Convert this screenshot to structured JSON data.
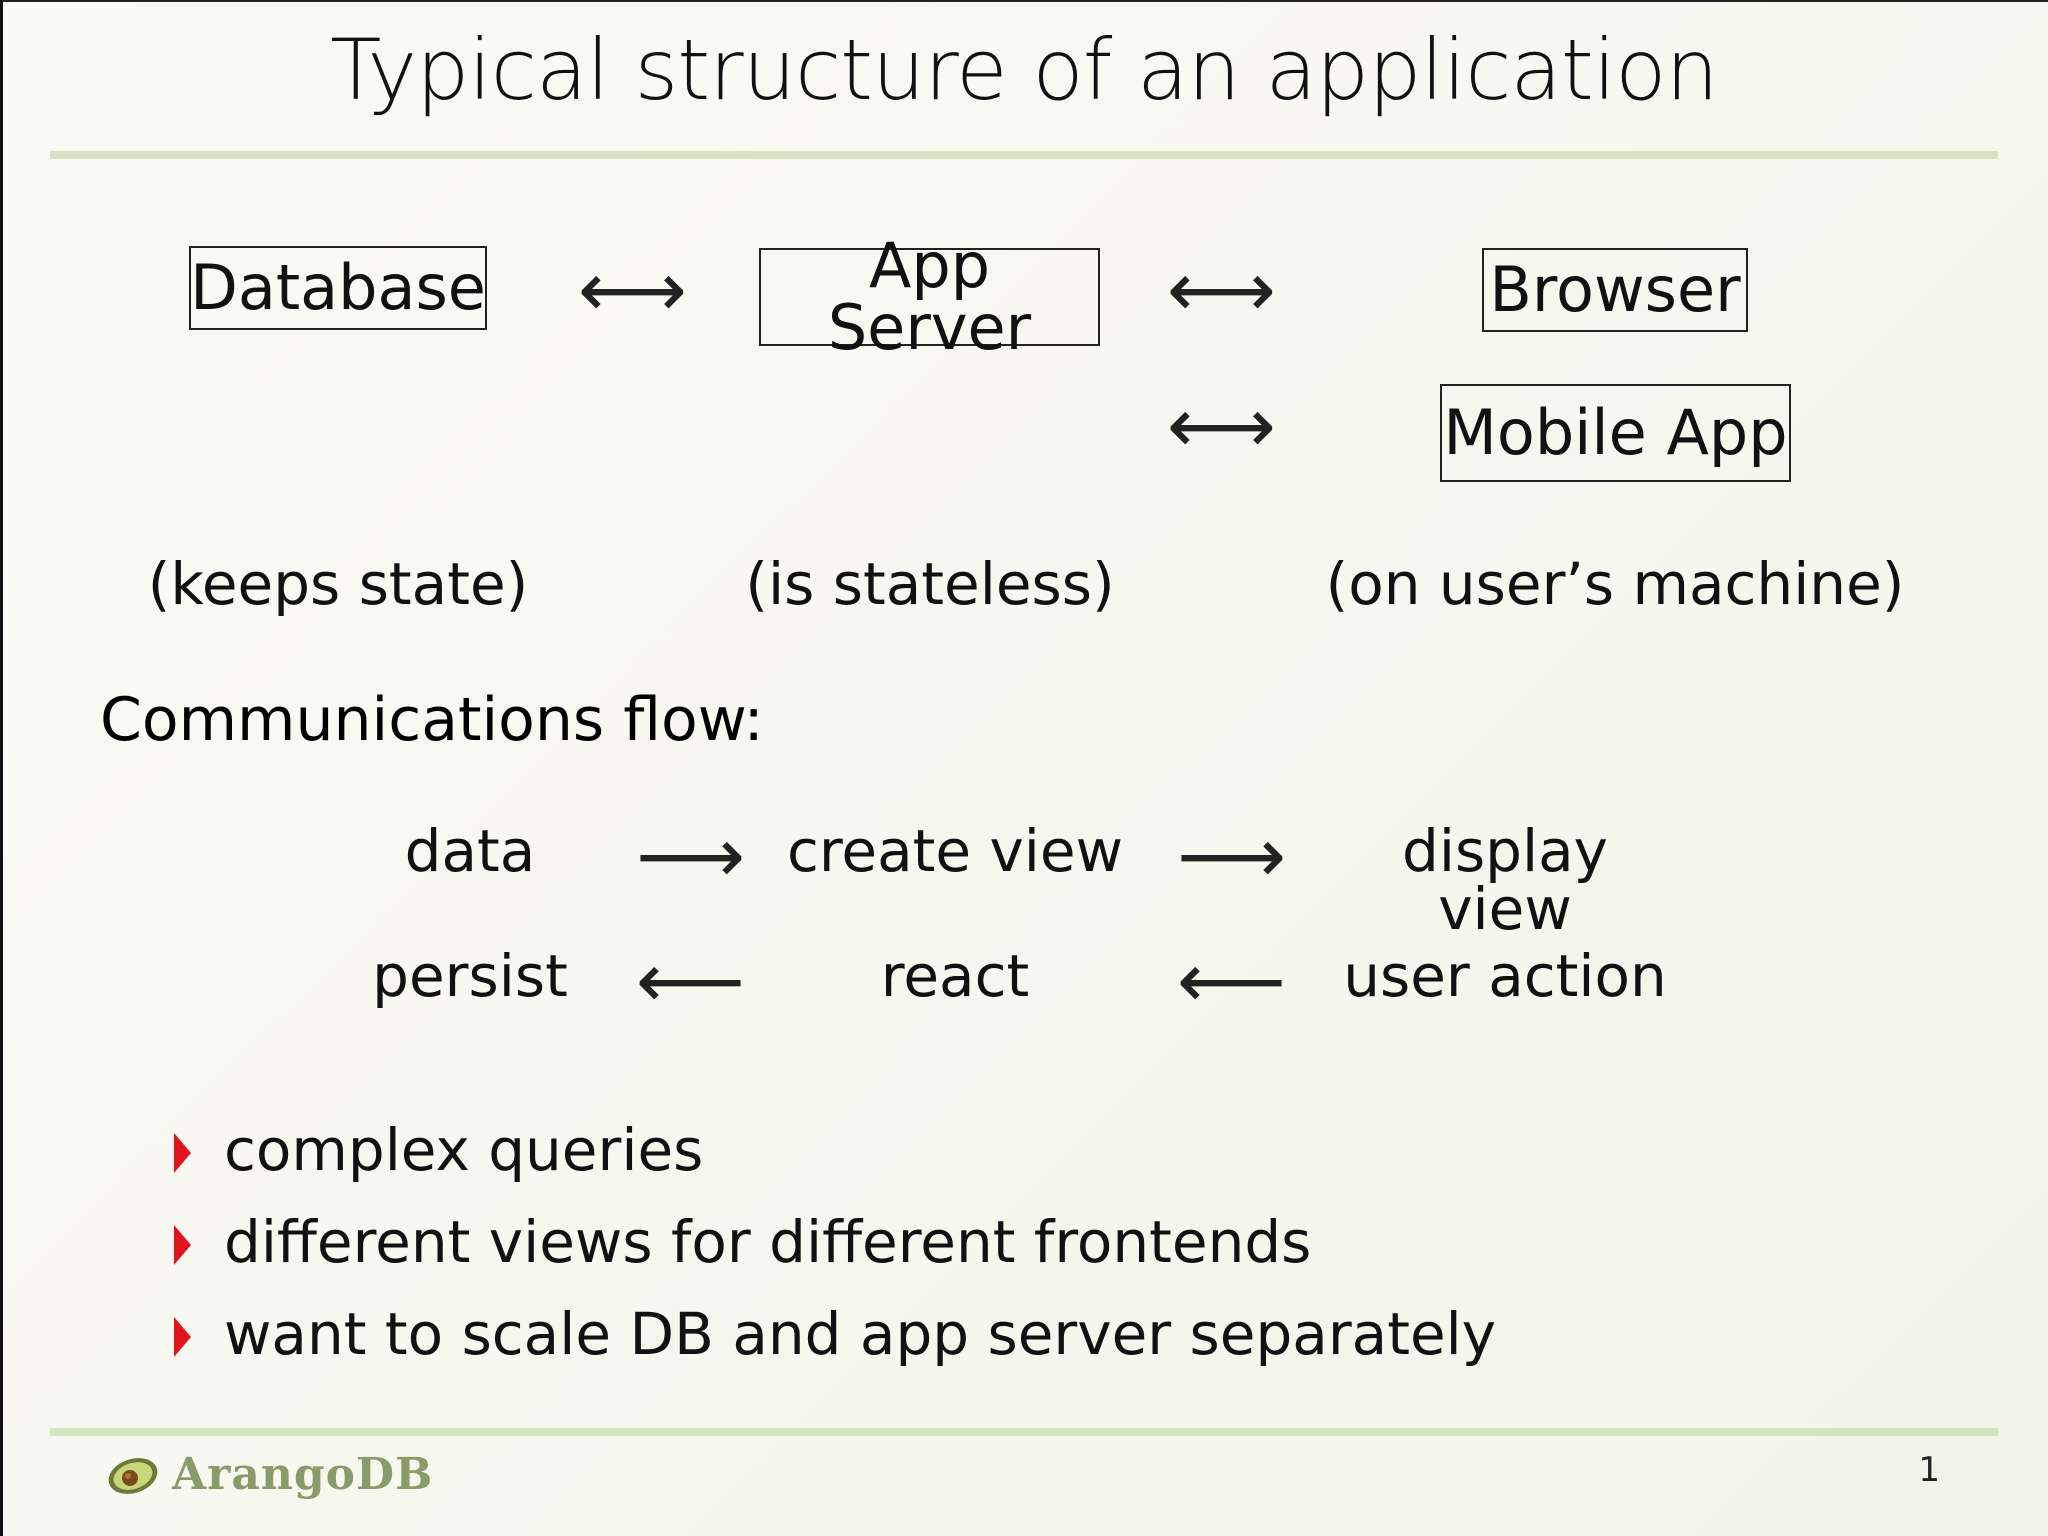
{
  "slide": {
    "title": "Typical structure of an application",
    "page_number": "1"
  },
  "diagram": {
    "boxes": {
      "database": "Database",
      "app_server": "App Server",
      "browser": "Browser",
      "mobile_app": "Mobile App"
    },
    "arrows": {
      "bidirectional": "⟷"
    },
    "captions": {
      "database": "(keeps state)",
      "app_server": "(is stateless)",
      "client": "(on user’s machine)"
    }
  },
  "flow": {
    "heading": "Communications flow:",
    "forward": {
      "words": [
        "data",
        "create view",
        "display view"
      ],
      "arrow": "⟶"
    },
    "backward": {
      "words": [
        "persist",
        "react",
        "user action"
      ],
      "arrow": "⟵"
    }
  },
  "bullets": [
    "complex queries",
    "different views for different frontends",
    "want to scale DB and app server separately"
  ],
  "footer": {
    "logo_text": "ArangoDB",
    "logo_icon": "avocado-icon"
  },
  "colors": {
    "rule": "#d6e2c1",
    "bullet": "#e0141e",
    "logo": "#8a9a6a"
  }
}
